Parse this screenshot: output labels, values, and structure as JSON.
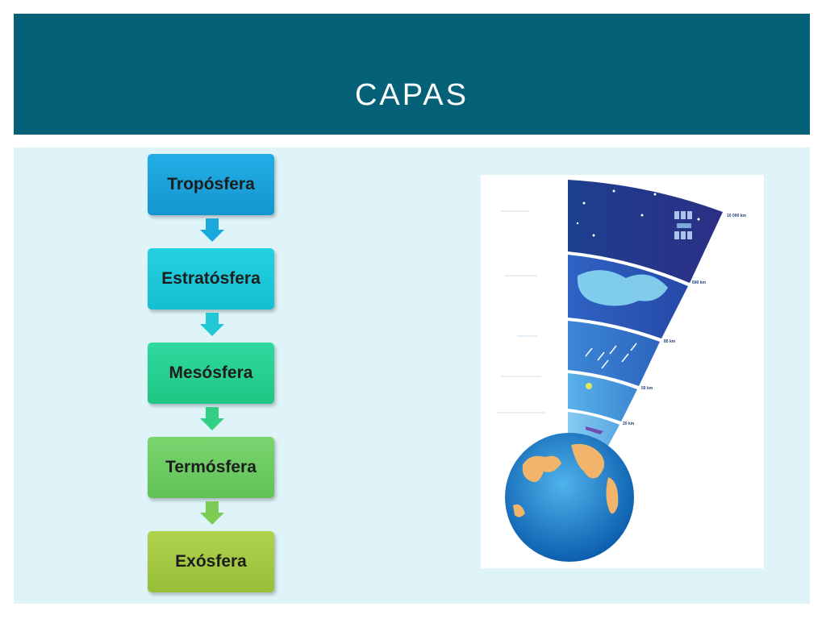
{
  "slide": {
    "title": "CAPAS"
  },
  "flow": {
    "layers": [
      {
        "label": "Tropósfera",
        "color": "#1ea3dc"
      },
      {
        "label": "Estratósfera",
        "color": "#1ac9d8"
      },
      {
        "label": "Mesósfera",
        "color": "#2bd08f"
      },
      {
        "label": "Termósfera",
        "color": "#6dcb64"
      },
      {
        "label": "Exósfera",
        "color": "#a3c842"
      }
    ]
  },
  "illustration": {
    "altitude_labels": [
      "10 000 km",
      "690 km",
      "85 km",
      "50 km",
      "20 km"
    ]
  },
  "colors": {
    "header": "#056178",
    "content_bg": "#dff4f9"
  }
}
